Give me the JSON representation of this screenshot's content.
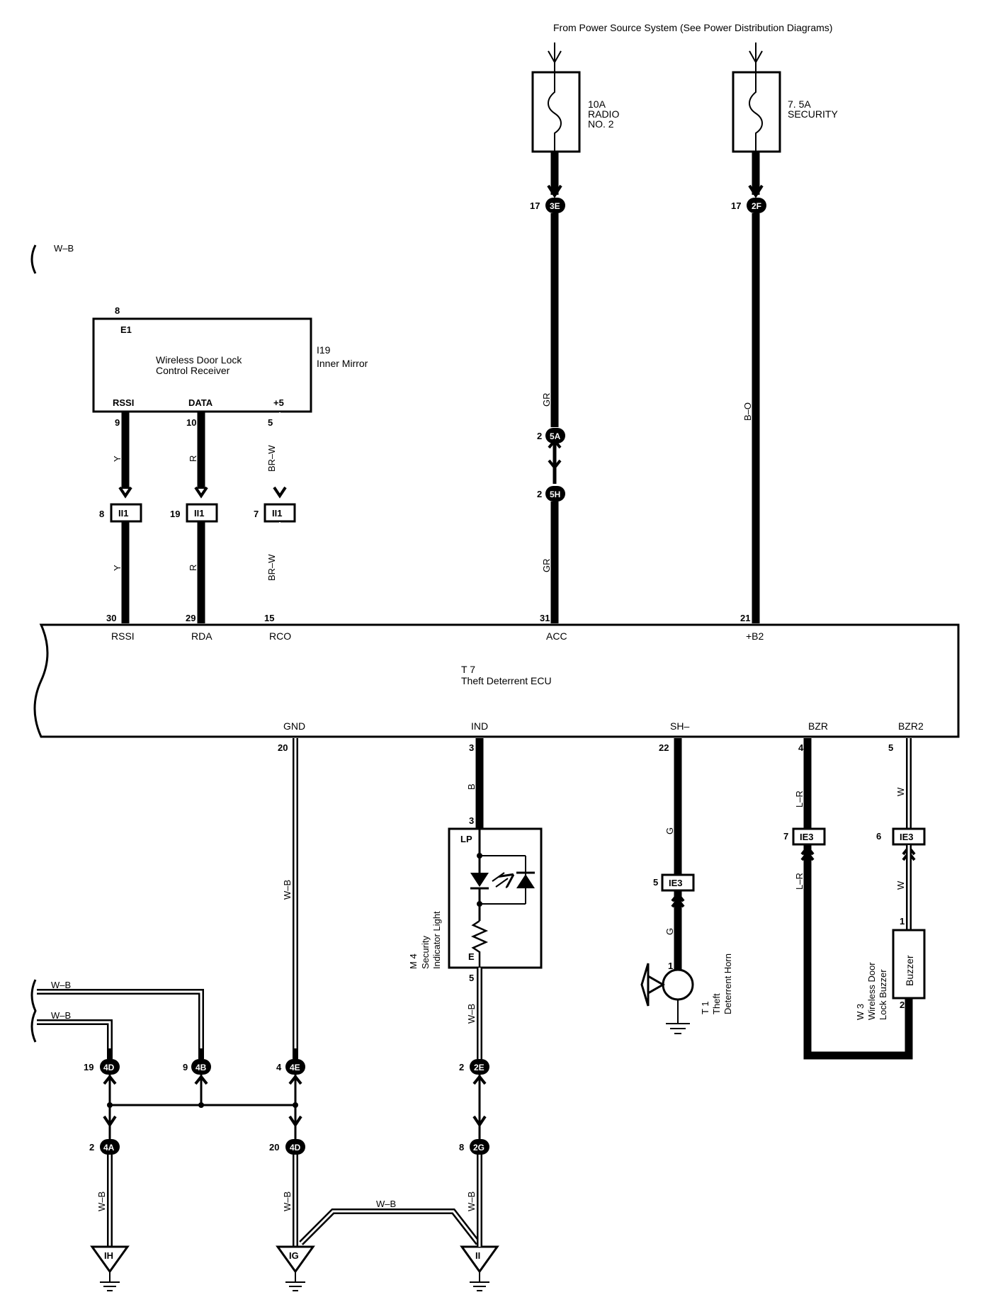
{
  "power": {
    "source_note": "From Power Source System (See  Power Distribution Diagrams)",
    "fuse1": {
      "amp": "10A",
      "name1": "RADIO",
      "name2": "NO. 2"
    },
    "fuse2": {
      "amp": "7. 5A",
      "name1": "SECURITY"
    }
  },
  "receiver": {
    "code": "I19",
    "location": "Inner Mirror",
    "title1": "Wireless Door Lock",
    "title2": "Control Receiver",
    "pin_e1": "E1",
    "pin_rssi": "RSSI",
    "pin_data": "DATA",
    "pin_5v": "+5"
  },
  "ecu": {
    "code": "T 7",
    "title": "Theft Deterrent ECU",
    "top_pins": [
      "RSSI",
      "RDA",
      "RCO",
      "ACC",
      "+B2"
    ],
    "bottom_pins": [
      "GND",
      "IND",
      "SH–",
      "BZR",
      "BZR2"
    ]
  },
  "indicator": {
    "code": "M 4",
    "title1": "Security",
    "title2": "Indicator Light",
    "pin_lp": "LP",
    "pin_e": "E"
  },
  "horn": {
    "code": "T 1",
    "title1": "Theft",
    "title2": "Deterrent Horn"
  },
  "buzzer": {
    "code": "W 3",
    "title1": "Wireless Door",
    "title2": "Lock Buzzer",
    "label": "Buzzer"
  },
  "connectors": {
    "c3E": "3E",
    "c2F": "2F",
    "c5A": "5A",
    "c5H": "5H",
    "cII1": "II1",
    "cIE3": "IE3",
    "c4D": "4D",
    "c4B": "4B",
    "c4E": "4E",
    "c2E": "2E",
    "c4A": "4A",
    "c2G": "2G"
  },
  "grounds": {
    "g1": "IH",
    "g2": "IG",
    "g3": "II"
  },
  "wires": {
    "wb": "W–B",
    "y": "Y",
    "r": "R",
    "brw": "BR–W",
    "gr": "GR",
    "bo": "B–O",
    "b": "B",
    "g": "G",
    "lr": "L–R",
    "w": "W"
  },
  "pins": {
    "p8": "8",
    "p9": "9",
    "p10": "10",
    "p5": "5",
    "p19": "19",
    "p7": "7",
    "p30": "30",
    "p29": "29",
    "p15": "15",
    "p31": "31",
    "p21": "21",
    "p17": "17",
    "p2": "2",
    "p20": "20",
    "p3": "3",
    "p22": "22",
    "p4": "4",
    "p6": "6",
    "p1": "1"
  }
}
